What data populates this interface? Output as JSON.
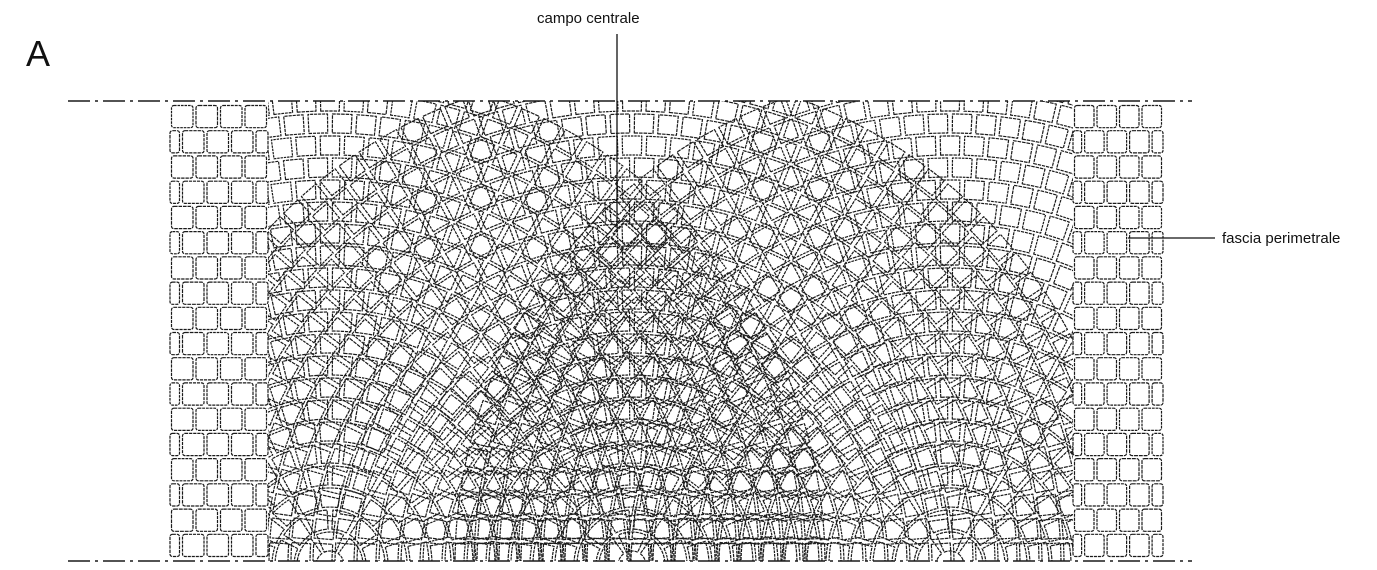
{
  "figure": {
    "panel_letter": "A",
    "labels": {
      "central_field": "campo centrale",
      "perimeter_band": "fascia perimetrale"
    }
  },
  "colors": {
    "ink": "#1a1a1a",
    "paper": "#ffffff"
  },
  "pattern": {
    "type": "cobblestone-fan (arched) paving plan",
    "left_band_columns": 4,
    "right_band_columns": 4,
    "arch_count": 3
  }
}
